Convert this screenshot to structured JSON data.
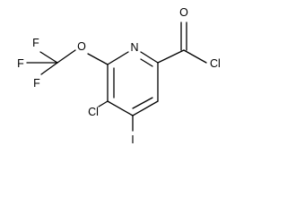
{
  "molecule": {
    "atoms": {
      "ring_n": "N",
      "carbonyl_o": "O",
      "acyl_cl": "Cl",
      "ether_o": "O",
      "f1": "F",
      "f2": "F",
      "f3": "F",
      "ring_cl": "Cl",
      "ring_i": "I"
    }
  }
}
